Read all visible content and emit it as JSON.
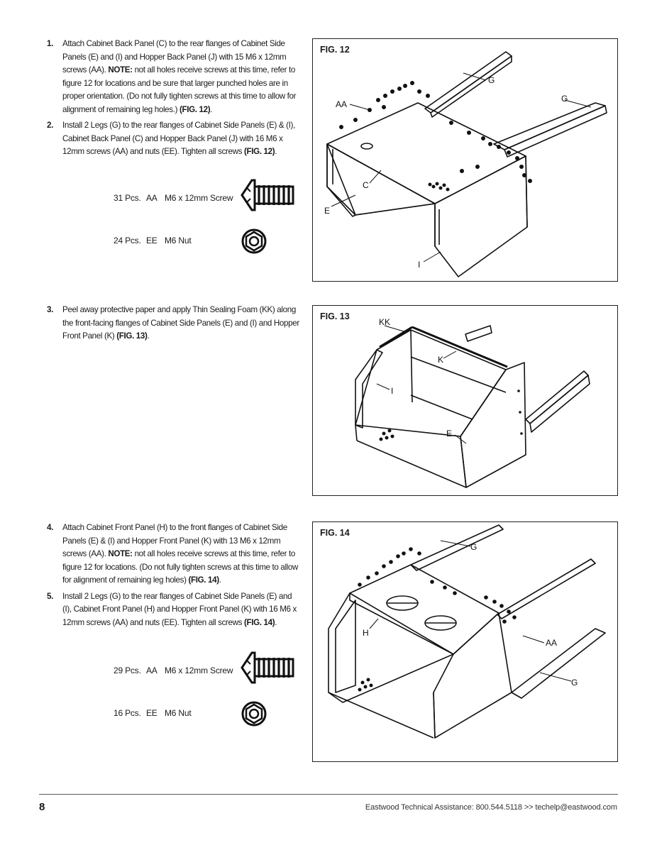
{
  "steps_group_1": [
    {
      "number": "1.",
      "parts": [
        {
          "t": "Attach Cabinet Back Panel (C) to the rear flanges of Cabinet Side Panels (E) and (I) and Hopper Back Panel (J) with 15 M6 x 12mm screws (AA). ",
          "b": false
        },
        {
          "t": "NOTE:",
          "b": true
        },
        {
          "t": " not all holes receive screws at this time, refer to figure 12 for locations and be sure that larger punched holes are in proper orientation. (Do not fully tighten screws at this time to allow for alignment of remaining leg holes.) ",
          "b": false
        },
        {
          "t": "(FIG. 12)",
          "b": true
        },
        {
          "t": ".",
          "b": false
        }
      ]
    },
    {
      "number": "2.",
      "parts": [
        {
          "t": "Install 2 Legs (G) to the rear flanges of Cabinet Side Panels (E) & (I), Cabinet Back Panel (C) and Hopper Back Panel (J) with 16 M6 x 12mm screws (AA) and nuts (EE). Tighten all screws ",
          "b": false
        },
        {
          "t": "(FIG. 12)",
          "b": true
        },
        {
          "t": ".",
          "b": false
        }
      ]
    }
  ],
  "parts_1": {
    "screw": {
      "qty": "31 Pcs.",
      "code": "AA",
      "desc": "M6 x 12mm Screw"
    },
    "nut": {
      "qty": "24 Pcs.",
      "code": "EE",
      "desc": "M6 Nut"
    }
  },
  "steps_group_2": [
    {
      "number": "3.",
      "parts": [
        {
          "t": "Peel away protective paper and apply Thin Sealing Foam (KK) along the front-facing flanges of Cabinet Side Panels (E) and (I) and Hopper Front Panel (K) ",
          "b": false
        },
        {
          "t": "(FIG. 13)",
          "b": true
        },
        {
          "t": ".",
          "b": false
        }
      ]
    }
  ],
  "steps_group_3": [
    {
      "number": "4.",
      "parts": [
        {
          "t": "Attach Cabinet Front Panel (H) to the front flanges of Cabinet Side Panels (E) & (I) and Hopper Front Panel (K) with 13 M6 x 12mm screws (AA). ",
          "b": false
        },
        {
          "t": "NOTE:",
          "b": true
        },
        {
          "t": " not all holes receive screws at this time, refer to figure 12 for locations. (Do not fully tighten screws at this time to allow for alignment of remaining leg holes) ",
          "b": false
        },
        {
          "t": "(FIG. 14)",
          "b": true
        },
        {
          "t": ".",
          "b": false
        }
      ]
    },
    {
      "number": "5.",
      "parts": [
        {
          "t": "Install 2 Legs (G) to the rear flanges of Cabinet Side Panels (E) and (I), Cabinet Front Panel (H) and Hopper Front Panel (K) with 16 M6 x 12mm screws (AA) and nuts (EE). Tighten all screws ",
          "b": false
        },
        {
          "t": "(FIG. 14)",
          "b": true
        },
        {
          "t": ".",
          "b": false
        }
      ]
    }
  ],
  "parts_2": {
    "screw": {
      "qty": "29 Pcs.",
      "code": "AA",
      "desc": "M6 x 12mm Screw"
    },
    "nut": {
      "qty": "16 Pcs.",
      "code": "EE",
      "desc": "M6 Nut"
    }
  },
  "figures": {
    "fig12": {
      "title": "FIG. 12",
      "labels": {
        "g1": "G",
        "g2": "G",
        "aa": "AA",
        "c": "C",
        "e": "E",
        "i": "I"
      }
    },
    "fig13": {
      "title": "FIG. 13",
      "labels": {
        "kk": "KK",
        "k": "K",
        "i": "I",
        "e": "E"
      }
    },
    "fig14": {
      "title": "FIG. 14",
      "labels": {
        "g1": "G",
        "g2": "G",
        "aa": "AA",
        "h": "H"
      }
    }
  },
  "footer": {
    "page_number": "8",
    "text": "Eastwood Technical Assistance: 800.544.5118  >>  techelp@eastwood.com"
  }
}
